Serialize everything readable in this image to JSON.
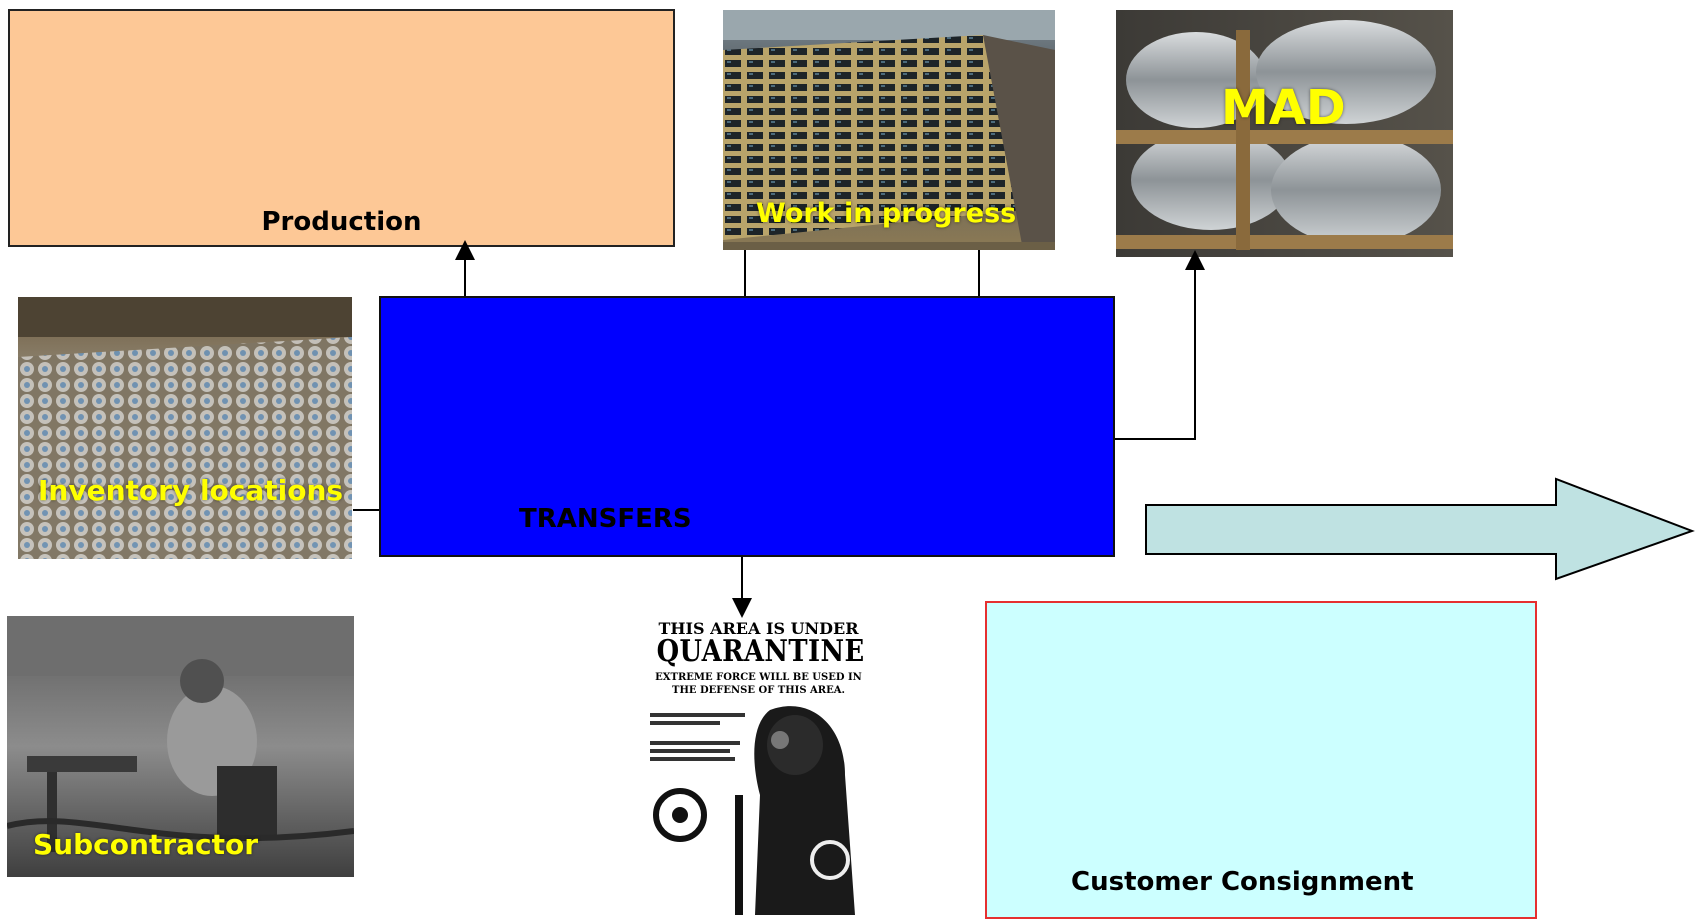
{
  "nodes": {
    "production": {
      "label": "Production"
    },
    "transfers": {
      "label": "TRANSFERS"
    },
    "customer_consignment": {
      "label": "Customer Consignment"
    },
    "work_in_progress": {
      "label": "Work in progress"
    },
    "mad": {
      "label": "MAD"
    },
    "inventory_locations": {
      "label": "Inventory locations"
    },
    "subcontractor": {
      "label": "Subcontractor"
    },
    "quarantine": {
      "line1": "THIS AREA IS UNDER",
      "line2": "QUARANTINE",
      "line3": "EXTREME FORCE WILL BE USED IN",
      "line4": "THE DEFENSE OF THIS AREA."
    }
  },
  "colors": {
    "production_fill": "#FDC896",
    "transfers_fill": "#0000FF",
    "consignment_fill": "#CCFFFF",
    "consignment_border": "#E53030",
    "big_arrow_fill": "#BFE2E2",
    "label_highlight": "#FFFF00"
  }
}
